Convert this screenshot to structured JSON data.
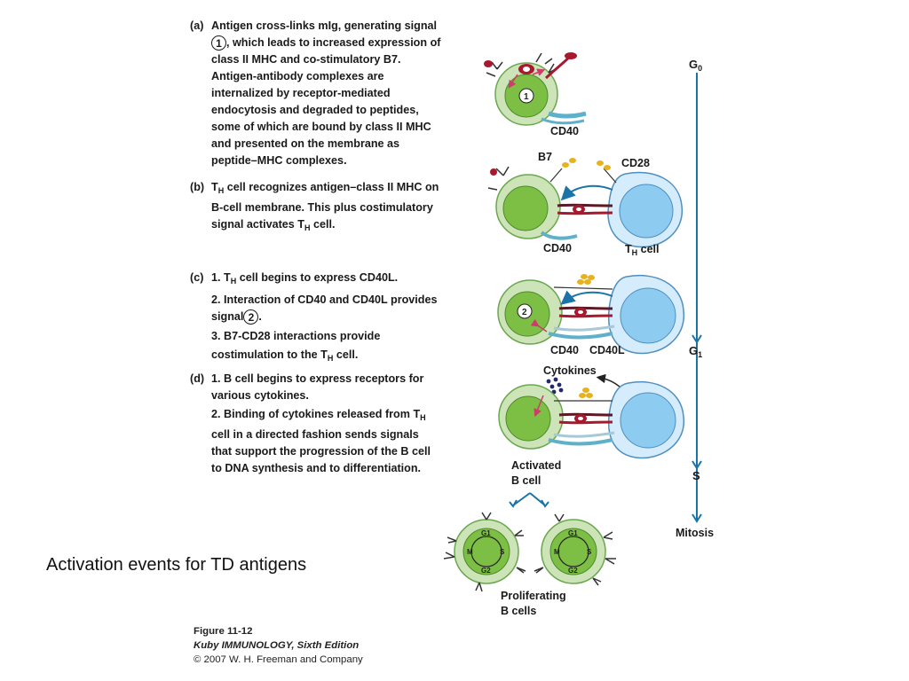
{
  "steps": {
    "a": {
      "letter": "(a)",
      "text1": "Antigen cross-links mIg, generating signal",
      "text2_num": "1",
      "text2": ", which leads to increased expression of",
      "text3": "class II MHC and co-stimulatory B7.",
      "text4": "Antigen-antibody complexes are",
      "text5": "internalized by receptor-mediated",
      "text6": "endocytosis and degraded to peptides,",
      "text7": "some of which are bound by class II MHC",
      "text8": "and presented on the membrane as",
      "text9": "peptide–MHC complexes."
    },
    "b": {
      "letter": "(b)",
      "t1a": "T",
      "t1sub": "H",
      "t1b": " cell recognizes antigen–class II MHC on",
      "t2": "B-cell membrane. This plus costimulatory",
      "t3a": "signal activates T",
      "t3sub": "H",
      "t3b": " cell."
    },
    "c": {
      "letter": "(c)",
      "l1a": "1. T",
      "l1sub": "H",
      "l1b": " cell begins to express CD40L.",
      "l2": "2. Interaction of CD40 and CD40L provides",
      "l3a": "signal",
      "l3num": "2",
      "l3b": ".",
      "l4": "3. B7-CD28 interactions provide",
      "l5a": "costimulation to the T",
      "l5sub": "H",
      "l5b": " cell."
    },
    "d": {
      "letter": "(d)",
      "l1": "1. B cell begins to express receptors for",
      "l2": "various cytokines.",
      "l3a": "2. Binding of cytokines released from T",
      "l3sub": "H",
      "l4": "cell in a directed fashion sends signals",
      "l5": "that support the progression of the B cell",
      "l6": "to DNA synthesis and to differentiation."
    }
  },
  "labels": {
    "cd40_a": "CD40",
    "b7": "B7",
    "cd28": "CD28",
    "cd40_b": "CD40",
    "th_cell_a": "T",
    "th_cell_sub": "H",
    "th_cell_b": " cell",
    "cd40_c": "CD40",
    "cd40l": "CD40L",
    "cytokines": "Cytokines",
    "activated_1": "Activated",
    "activated_2": "B cell",
    "prolif_1": "Proliferating",
    "prolif_2": "B cells",
    "signal_1": "1",
    "signal_2": "2"
  },
  "cycle": {
    "g0_a": "G",
    "g0_sub": "0",
    "g1_a": "G",
    "g1_sub": "1",
    "s": "S",
    "mitosis": "Mitosis"
  },
  "cell_cycle_phases": {
    "g1": "G1",
    "s": "S",
    "g2": "G2",
    "m": "M"
  },
  "caption": "Activation events for TD antigens",
  "credit": {
    "figure": "Figure 11-12",
    "book": "Kuby IMMUNOLOGY, Sixth Edition",
    "copyright": "© 2007 W. H. Freeman and Company"
  },
  "colors": {
    "nucleus": "#7cbf44",
    "cytoplasm": "#cde3b8",
    "th_cell": "#8ecbf0",
    "th_rim": "#d4ecfb",
    "arrow_blue": "#1a74a8",
    "ag_red": "#a8192e",
    "b7_yellow": "#e8b21e",
    "cd40_teal": "#5fb1c9",
    "cytokine_navy": "#1e2a6b",
    "signal_pink": "#d03a6c"
  }
}
